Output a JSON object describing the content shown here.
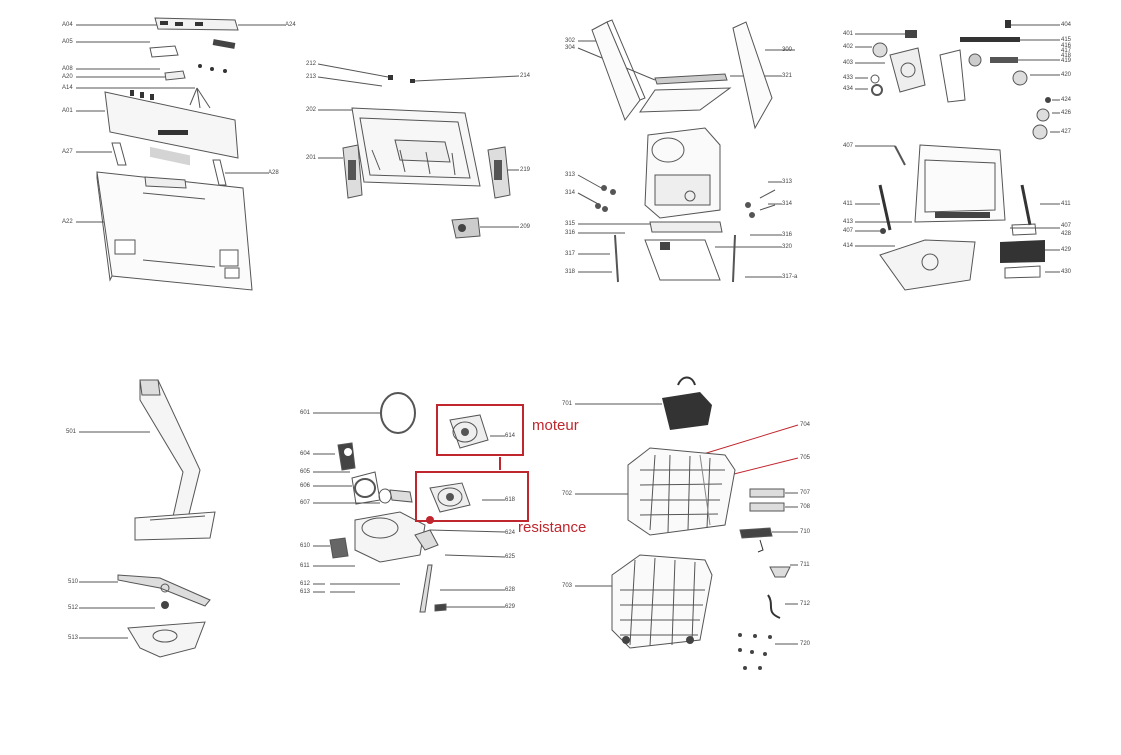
{
  "colors": {
    "line": "#555555",
    "part": "#3a3a3a",
    "highlight": "#c0262d",
    "fill": "#f2f2f2",
    "dark": "#222222"
  },
  "annotations": {
    "moteur": "moteur",
    "resistance": "resistance"
  },
  "labels": {
    "A04": "A04",
    "A05": "A05",
    "A08": "A08",
    "A20": "A20",
    "A14": "A14",
    "A01": "A01",
    "A27": "A27",
    "A22": "A22",
    "A24": "A24",
    "A28": "A28",
    "212": "212",
    "213": "213",
    "214": "214",
    "202": "202",
    "201": "201",
    "219": "219",
    "209": "209",
    "302": "302",
    "304": "304",
    "300": "300",
    "321": "321",
    "313a": "313",
    "314a": "314",
    "313b": "313",
    "314b": "314",
    "315": "315",
    "316a": "316",
    "316b": "316",
    "320": "320",
    "317": "317",
    "318": "318",
    "317b": "317-a",
    "401": "401",
    "402": "402",
    "403": "403",
    "433": "433",
    "434": "434",
    "404": "404",
    "415": "415",
    "416": "416",
    "417": "417",
    "418": "418",
    "419": "419",
    "420": "420",
    "424": "424",
    "426": "426",
    "427": "427",
    "407a": "407",
    "411a": "411",
    "411b": "411",
    "413": "413",
    "407b": "407",
    "407c": "407",
    "428": "428",
    "414": "414",
    "429": "429",
    "430": "430",
    "501": "501",
    "510": "510",
    "512": "512",
    "513": "513",
    "601": "601",
    "604": "604",
    "605": "605",
    "606": "606",
    "607": "607",
    "610": "610",
    "611": "611",
    "612": "612",
    "613": "613",
    "614": "614",
    "618": "618",
    "624": "624",
    "625": "625",
    "628": "628",
    "629": "629",
    "701": "701",
    "702": "702",
    "703": "703",
    "704": "704",
    "705": "705",
    "707": "707",
    "708": "708",
    "710": "710",
    "711": "711",
    "712": "712",
    "720": "720"
  }
}
